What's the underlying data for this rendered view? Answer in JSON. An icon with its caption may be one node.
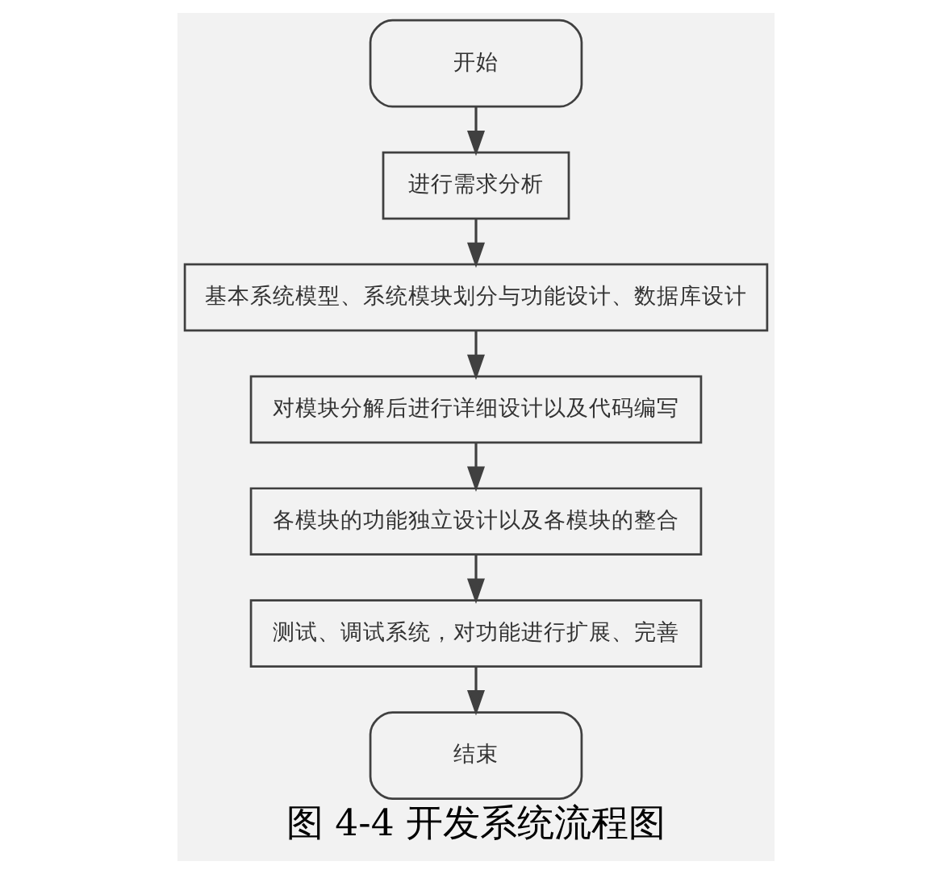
{
  "diagram": {
    "caption": "图 4-4 开发系统流程图",
    "nodes": [
      {
        "text": [
          "开始"
        ]
      },
      {
        "text": [
          "进行需求分析"
        ]
      },
      {
        "text": [
          "基本系统模型、系统模块划分与功能设计、数据库设计"
        ]
      },
      {
        "text": [
          "对模块分解后进行详细设计以及代码编写"
        ]
      },
      {
        "text": [
          "各模块的功能独立设计以及各模块的整合"
        ]
      },
      {
        "text": [
          "测试、调试系统，对功能进行扩展、完善"
        ]
      },
      {
        "text": [
          "结束"
        ]
      }
    ],
    "edges": [
      {
        "from": 0,
        "to": 1,
        "arrow": "to"
      },
      {
        "from": 1,
        "to": 2,
        "arrow": "to"
      },
      {
        "from": 2,
        "to": 3,
        "arrow": "to"
      },
      {
        "from": 3,
        "to": 4,
        "arrow": "to"
      },
      {
        "from": 4,
        "to": 5,
        "arrow": "to"
      },
      {
        "from": 5,
        "to": 6,
        "arrow": "to"
      }
    ]
  }
}
